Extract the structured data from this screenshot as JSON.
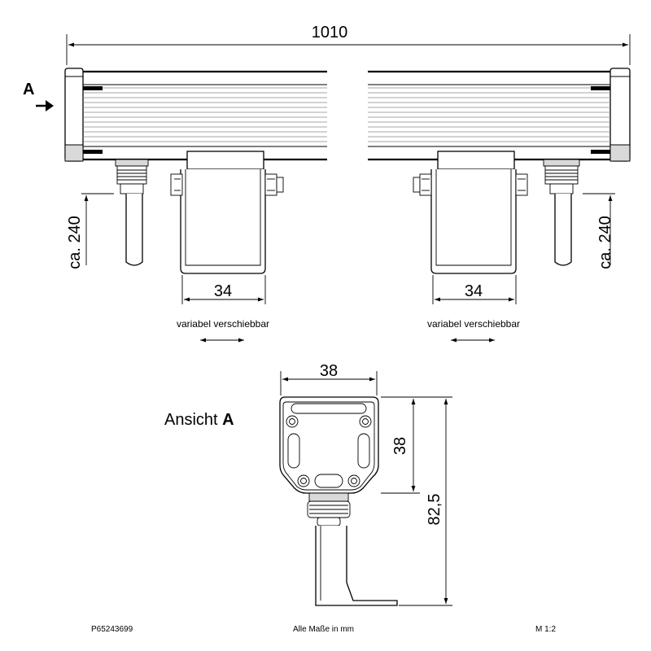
{
  "dimensions": {
    "overall_length": "1010",
    "bracket_width_left": "34",
    "bracket_width_right": "34",
    "cable_length_left": "ca. 240",
    "cable_length_right": "ca. 240",
    "view_width": "38",
    "view_height_inner": "38",
    "view_height_total": "82,5"
  },
  "labels": {
    "view_arrow": "A",
    "variable_left": "variabel verschiebbar",
    "variable_right": "variabel verschiebbar",
    "view_title_prefix": "Ansicht ",
    "view_title_letter": "A"
  },
  "footer": {
    "part_number": "P65243699",
    "units_note": "Alle Maße in mm",
    "scale": "M 1:2"
  }
}
